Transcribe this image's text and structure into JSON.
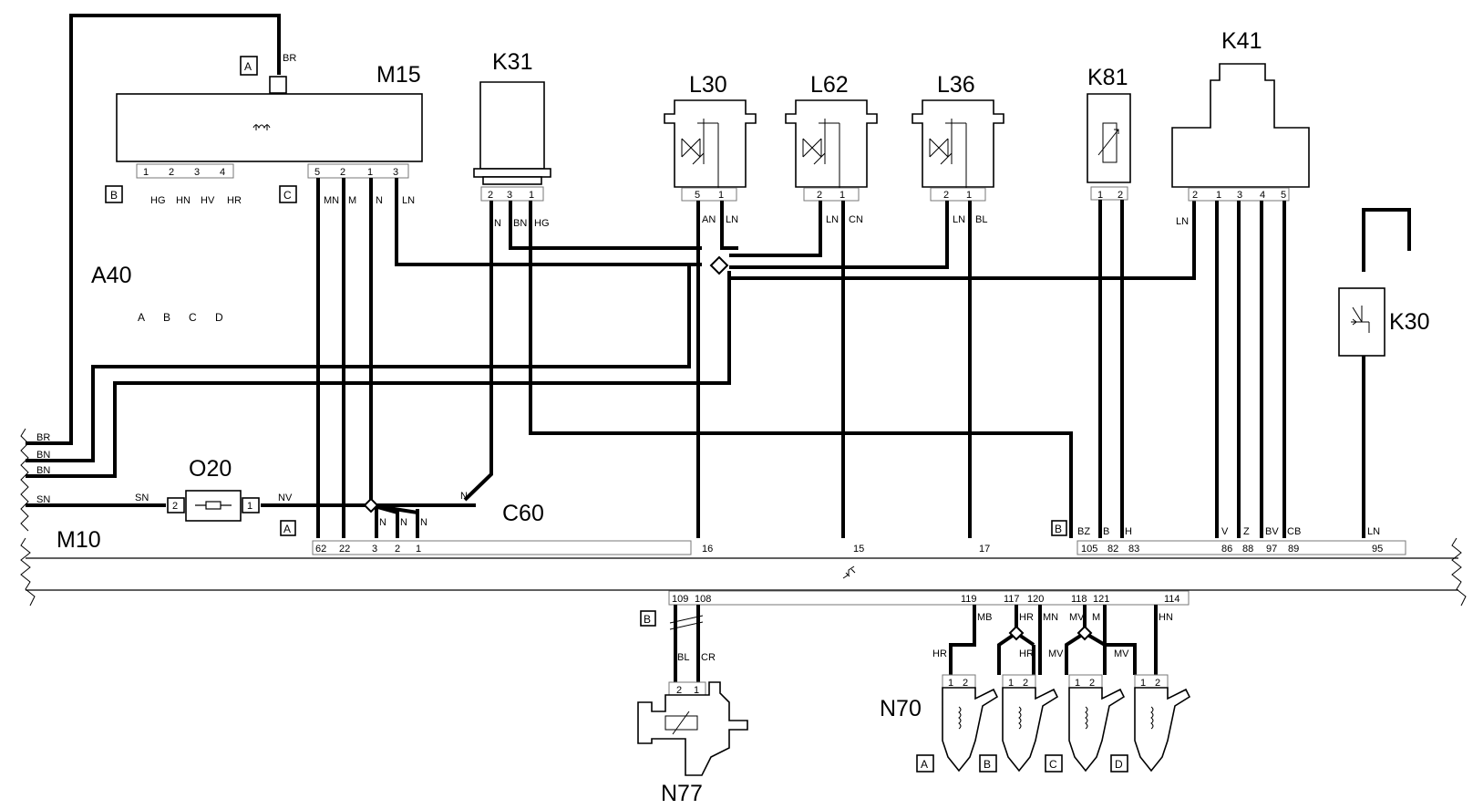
{
  "components": {
    "M15": "M15",
    "K31": "K31",
    "L30": "L30",
    "L62": "L62",
    "L36": "L36",
    "K81": "K81",
    "K41": "K41",
    "A40": "A40",
    "K30": "K30",
    "O20": "O20",
    "M10": "M10",
    "C60": "C60",
    "N77": "N77",
    "N70": "N70"
  },
  "connector_letters": {
    "m15_top": "A",
    "m15_pins_1_4": "B",
    "m15_pins_5_3": "C",
    "m10_left": "A",
    "m10_right": "B",
    "m10_bottom": "B",
    "a40_a": "A",
    "a40_b": "B",
    "a40_c": "C",
    "a40_d": "D",
    "n70_a": "A",
    "n70_b": "B",
    "n70_c": "C",
    "n70_d": "D"
  },
  "m15": {
    "pins_b": [
      "1",
      "2",
      "3",
      "4"
    ],
    "wires_b": [
      "HG",
      "HN",
      "HV",
      "HR"
    ],
    "pins_c": [
      "5",
      "2",
      "1",
      "3"
    ],
    "wires_c": [
      "MN",
      "M",
      "N",
      "LN"
    ],
    "top_wire": "BR"
  },
  "k31": {
    "pins": [
      "2",
      "3",
      "1"
    ],
    "wires": [
      "N",
      "BN",
      "HG"
    ]
  },
  "l30": {
    "pins": [
      "5",
      "1"
    ],
    "wires": [
      "AN",
      "LN"
    ]
  },
  "l62": {
    "pins": [
      "2",
      "1"
    ],
    "wires": [
      "LN",
      "CN"
    ]
  },
  "l36": {
    "pins": [
      "2",
      "1"
    ],
    "wires": [
      "LN",
      "BL"
    ]
  },
  "k81": {
    "pins": [
      "1",
      "2"
    ]
  },
  "k41": {
    "pins": [
      "2",
      "1",
      "3",
      "4",
      "5"
    ],
    "wires": [
      "LN"
    ]
  },
  "left_edge_wires": [
    "BR",
    "BN",
    "BN",
    "SN"
  ],
  "o20": {
    "pins": [
      "2",
      "1"
    ],
    "wire_in": "SN",
    "wire_out": "NV"
  },
  "c60_wires": [
    "N",
    "N",
    "N",
    "N",
    "N"
  ],
  "m10_pins_a": [
    "62",
    "22",
    "3",
    "2",
    "1"
  ],
  "m10_pins_mid": [
    "16",
    "15",
    "17"
  ],
  "m10_pins_b": [
    "105",
    "82",
    "83",
    "86",
    "88",
    "97",
    "89",
    "95"
  ],
  "m10_wires_b": [
    "BZ",
    "B",
    "H",
    "V",
    "Z",
    "BV",
    "CB",
    "LN"
  ],
  "m10_pins_bottom": [
    "109",
    "108",
    "119",
    "117",
    "120",
    "118",
    "121",
    "114"
  ],
  "n77": {
    "wires": [
      "BL",
      "CR"
    ],
    "pins": [
      "2",
      "1"
    ]
  },
  "n70": {
    "wires_top": [
      "MB",
      "HR",
      "MN",
      "MV",
      "M",
      "HN"
    ],
    "wires_low": [
      "HR",
      "HR",
      "MV",
      "MV"
    ],
    "pins": [
      "1",
      "2"
    ]
  }
}
